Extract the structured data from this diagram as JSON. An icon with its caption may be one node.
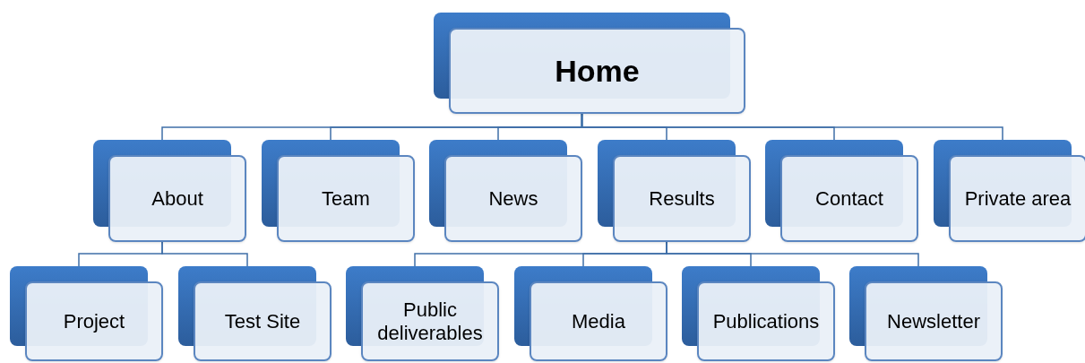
{
  "diagram": {
    "nodes": [
      {
        "text": [
          "Home"
        ]
      },
      {
        "text": [
          "About"
        ]
      },
      {
        "text": [
          "Team"
        ]
      },
      {
        "text": [
          "News"
        ]
      },
      {
        "text": [
          "Results"
        ]
      },
      {
        "text": [
          "Contact"
        ]
      },
      {
        "text": [
          "Private area"
        ]
      },
      {
        "text": [
          "Project"
        ]
      },
      {
        "text": [
          "Test Site"
        ]
      },
      {
        "text": [
          "Public deliverables"
        ]
      },
      {
        "text": [
          "Media"
        ]
      },
      {
        "text": [
          "Publications"
        ]
      },
      {
        "text": [
          "Newsletter"
        ]
      }
    ],
    "edges": [
      {
        "from": 0,
        "to": 1,
        "arrow": "none"
      },
      {
        "from": 0,
        "to": 2,
        "arrow": "none"
      },
      {
        "from": 0,
        "to": 3,
        "arrow": "none"
      },
      {
        "from": 0,
        "to": 4,
        "arrow": "none"
      },
      {
        "from": 0,
        "to": 5,
        "arrow": "none"
      },
      {
        "from": 0,
        "to": 6,
        "arrow": "none"
      },
      {
        "from": 1,
        "to": 7,
        "arrow": "none"
      },
      {
        "from": 1,
        "to": 8,
        "arrow": "none"
      },
      {
        "from": 4,
        "to": 9,
        "arrow": "none"
      },
      {
        "from": 4,
        "to": 10,
        "arrow": "none"
      },
      {
        "from": 4,
        "to": 11,
        "arrow": "none"
      },
      {
        "from": 4,
        "to": 12,
        "arrow": "none"
      }
    ]
  }
}
